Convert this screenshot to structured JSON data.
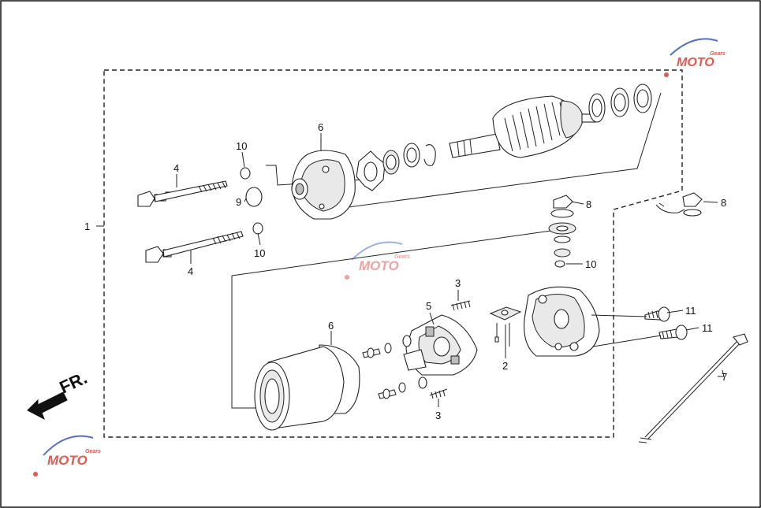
{
  "diagram": {
    "direction_label": "FR.",
    "callouts": {
      "c1": "1",
      "c2": "2",
      "c3a": "3",
      "c3b": "3",
      "c4a": "4",
      "c4b": "4",
      "c5": "5",
      "c6a": "6",
      "c6b": "6",
      "c7": "7",
      "c8a": "8",
      "c8b": "8",
      "c9": "9",
      "c10a": "10",
      "c10b": "10",
      "c10c": "10",
      "c11a": "11",
      "c11b": "11"
    },
    "watermark": {
      "brand": "MOTO",
      "tagline": "Gears"
    },
    "colors": {
      "line": "#222222",
      "watermark_red": "#e0463f",
      "watermark_blue": "#3d63c7"
    }
  }
}
